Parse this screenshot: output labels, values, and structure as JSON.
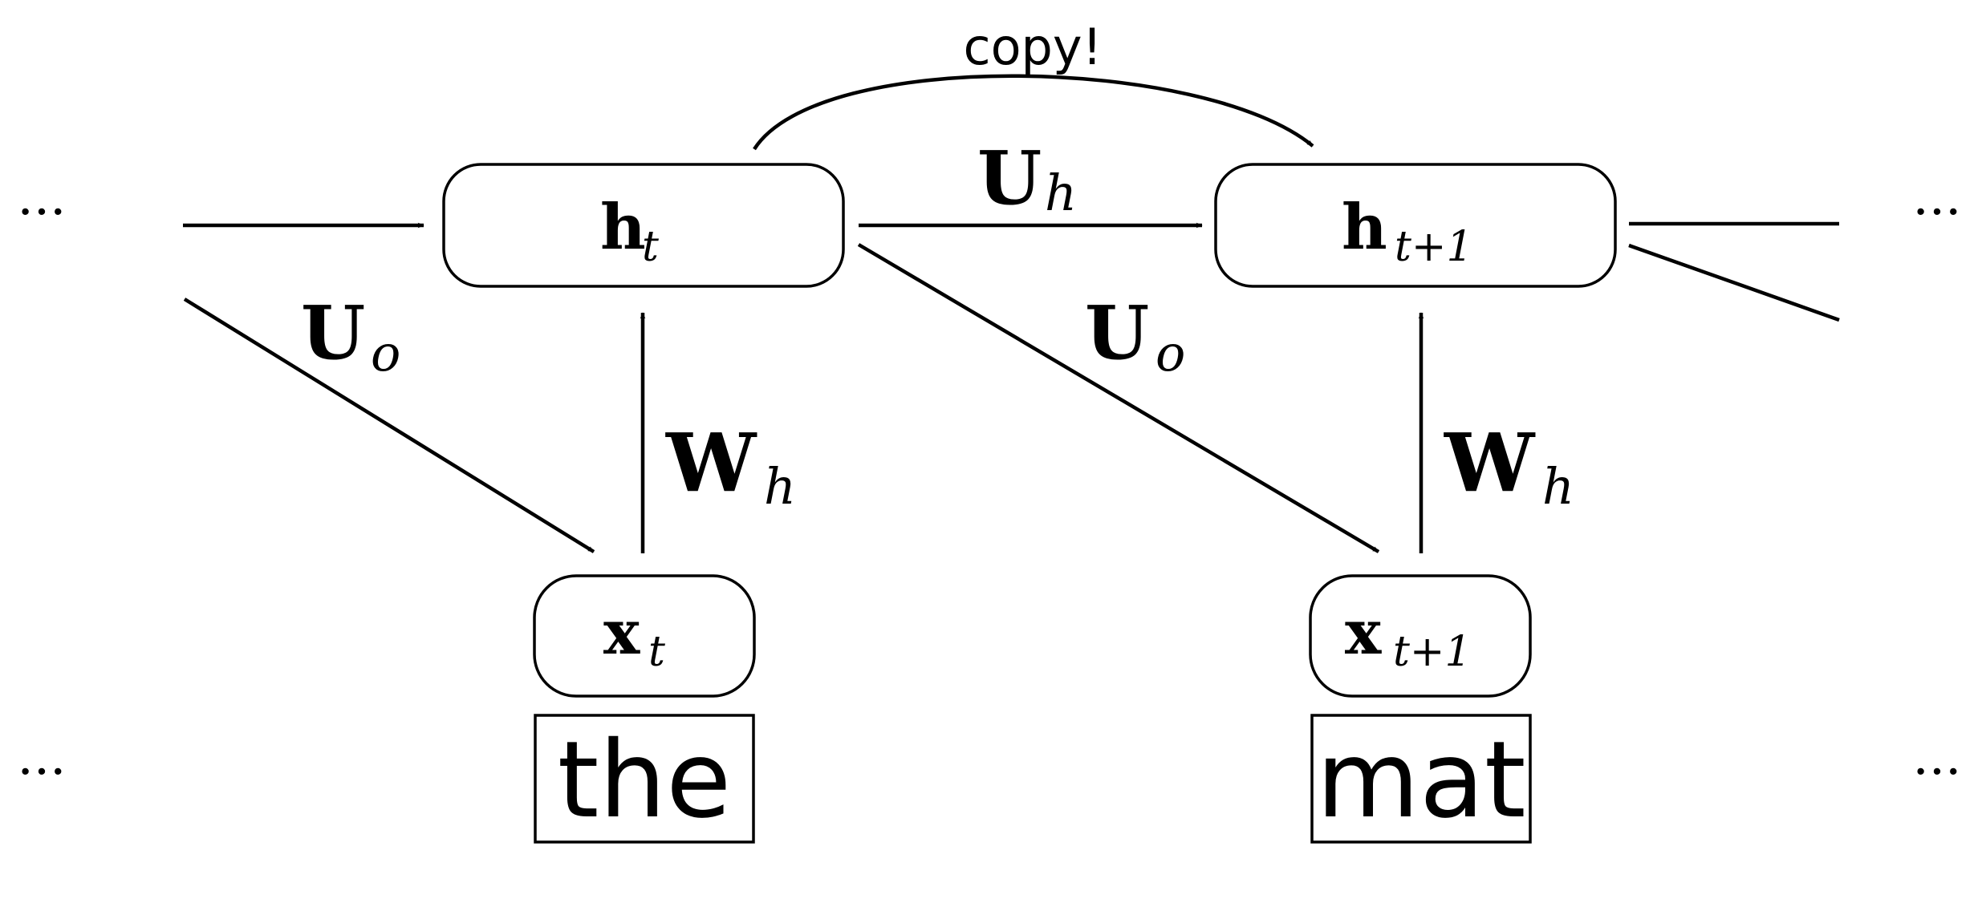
{
  "ellipsis": "···",
  "hidden_nodes": [
    {
      "id": "h_t",
      "symbol": "h",
      "subscript": "t"
    },
    {
      "id": "h_t1",
      "symbol": "h",
      "subscript": "t+1"
    }
  ],
  "input_nodes": [
    {
      "id": "x_t",
      "symbol": "x",
      "subscript": "t"
    },
    {
      "id": "x_t1",
      "symbol": "x",
      "subscript": "t+1"
    }
  ],
  "words": [
    "the",
    "mat"
  ],
  "edge_labels": {
    "recurrent": {
      "symbol": "U",
      "subscript": "h"
    },
    "output": {
      "symbol": "U",
      "subscript": "o"
    },
    "input": {
      "symbol": "W",
      "subscript": "h"
    }
  },
  "copy_label": "copy!"
}
